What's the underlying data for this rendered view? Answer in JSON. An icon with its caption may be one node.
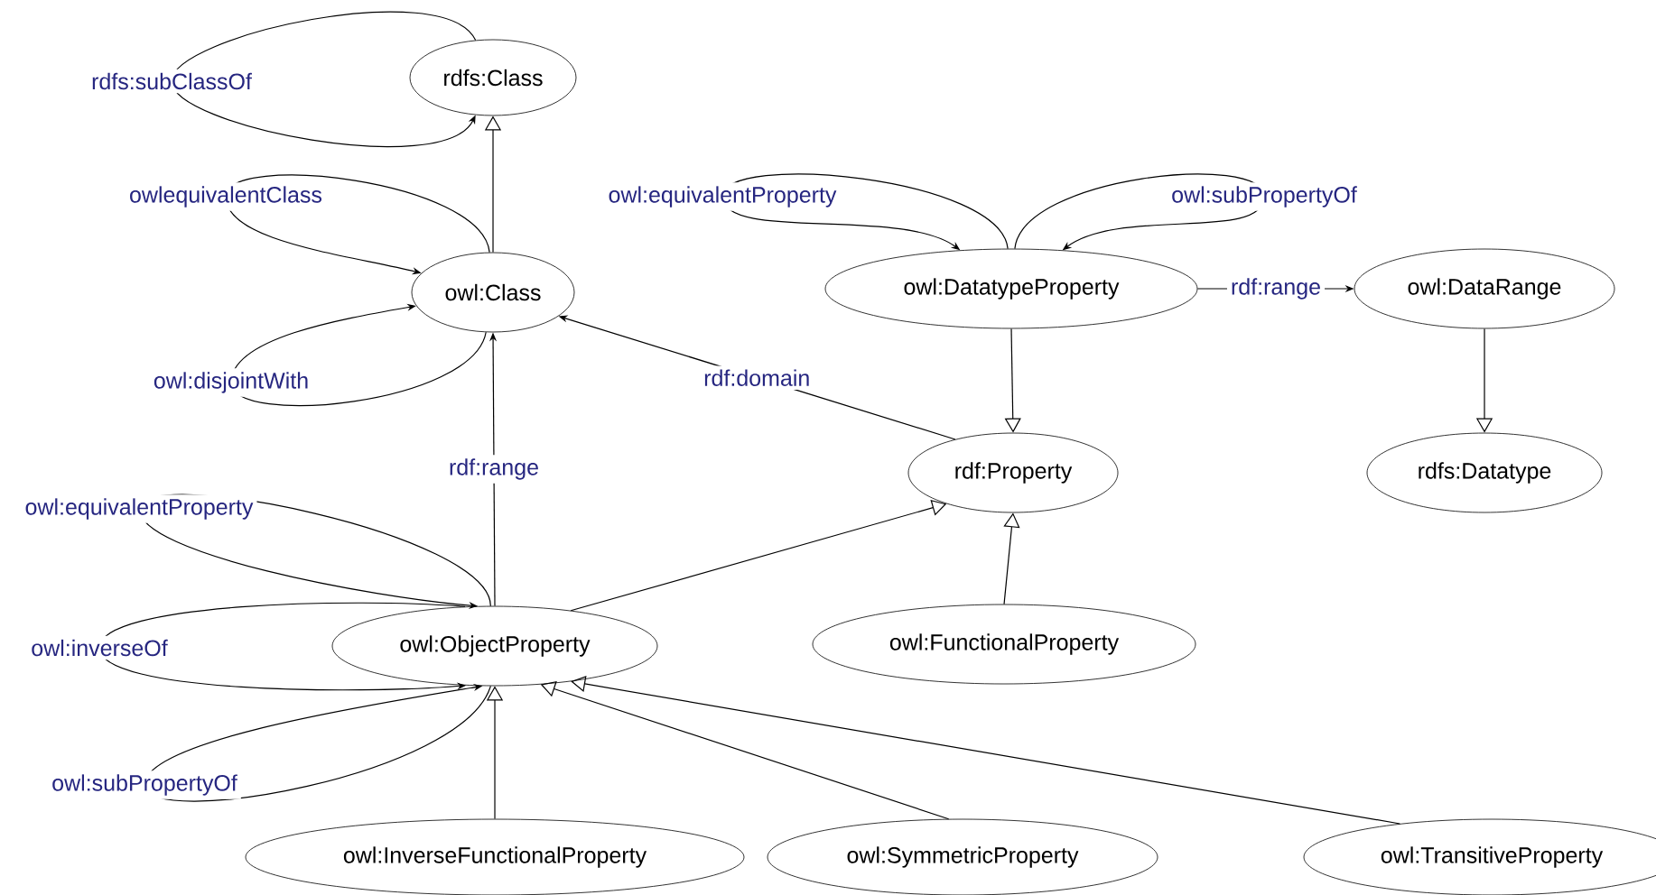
{
  "diagram": {
    "nodes": [
      {
        "text": [
          "rdfs:Class"
        ]
      },
      {
        "text": [
          "owl:Class"
        ]
      },
      {
        "text": [
          "owl:DatatypeProperty"
        ]
      },
      {
        "text": [
          "owl:DataRange"
        ]
      },
      {
        "text": [
          "rdf:Property"
        ]
      },
      {
        "text": [
          "rdfs:Datatype"
        ]
      },
      {
        "text": [
          "owl:FunctionalProperty"
        ]
      },
      {
        "text": [
          "owl:ObjectProperty"
        ]
      },
      {
        "text": [
          "owl:InverseFunctionalProperty"
        ]
      },
      {
        "text": [
          "owl:SymmetricProperty"
        ]
      },
      {
        "text": [
          "owl:TransitiveProperty"
        ]
      }
    ],
    "edges": [
      {
        "from": 0,
        "to": 0,
        "arrow": "to",
        "label": "rdfs:subClassOf"
      },
      {
        "from": 1,
        "to": 1,
        "arrow": "to",
        "label": "owlequivalentClass"
      },
      {
        "from": 1,
        "to": 1,
        "arrow": "to",
        "label": "owl:disjointWith"
      },
      {
        "from": 2,
        "to": 2,
        "arrow": "to",
        "label": "owl:equivalentProperty"
      },
      {
        "from": 2,
        "to": 2,
        "arrow": "to",
        "label": "owl:subPropertyOf"
      },
      {
        "from": 7,
        "to": 7,
        "arrow": "to",
        "label": "owl:equivalentProperty"
      },
      {
        "from": 7,
        "to": 7,
        "arrow": "to",
        "label": "owl:inverseOf"
      },
      {
        "from": 7,
        "to": 7,
        "arrow": "to",
        "label": "owl:subPropertyOf"
      },
      {
        "from": 1,
        "to": 0,
        "arrow": "to"
      },
      {
        "from": 7,
        "to": 1,
        "arrow": "to",
        "label": "rdf:range"
      },
      {
        "from": 4,
        "to": 1,
        "arrow": "to",
        "label": "rdf:domain"
      },
      {
        "from": 2,
        "to": 3,
        "arrow": "to",
        "label": "rdf:range"
      },
      {
        "from": 2,
        "to": 4,
        "arrow": "to"
      },
      {
        "from": 3,
        "to": 5,
        "arrow": "to"
      },
      {
        "from": 6,
        "to": 4,
        "arrow": "to"
      },
      {
        "from": 7,
        "to": 4,
        "arrow": "to"
      },
      {
        "from": 8,
        "to": 7,
        "arrow": "to"
      },
      {
        "from": 9,
        "to": 7,
        "arrow": "to"
      },
      {
        "from": 10,
        "to": 7,
        "arrow": "to"
      }
    ]
  }
}
